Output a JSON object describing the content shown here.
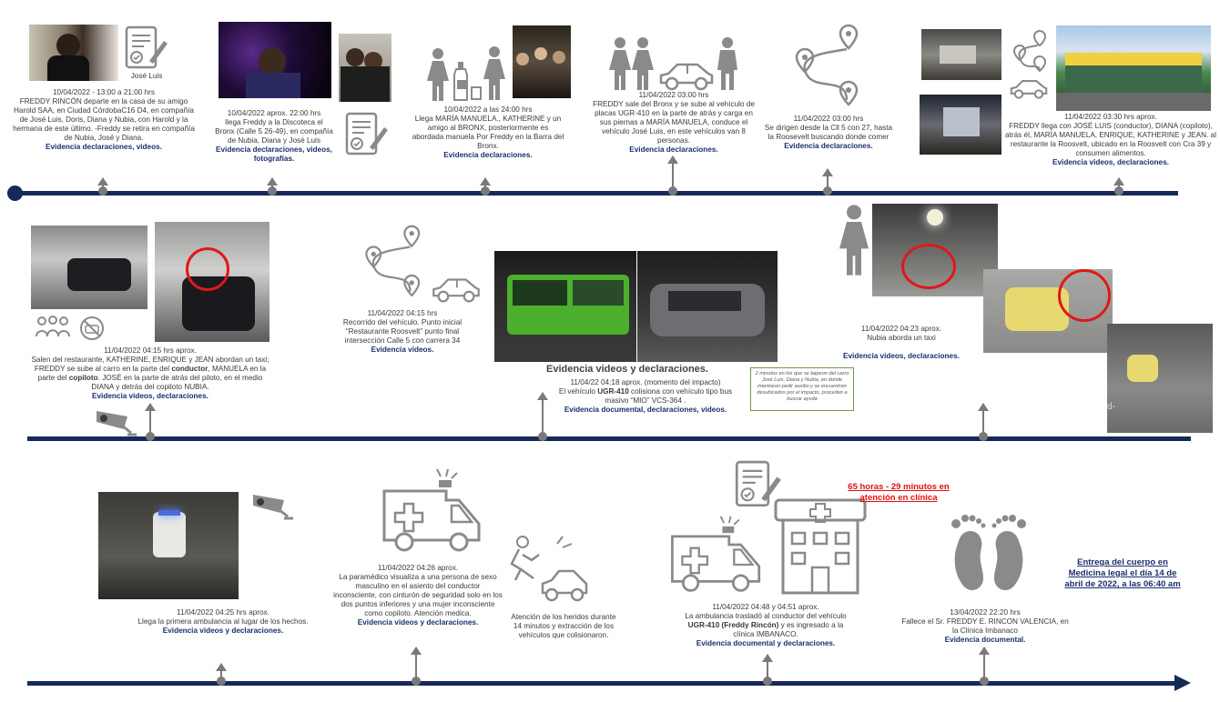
{
  "row1": [
    {
      "date": "10/04/2022 - 13:00 a 21:00 hrs",
      "text": "FREDDY RINCÓN departe en la casa de su amigo Harold SAA, en Ciudad CórdobaC16 D4, en compañía de José Luis, Doris, Diana y Nubia, con Harold y la hermana de este último. -Freddy se retira en compañía de Nubia, José y Diana.",
      "evidence": "Evidencia declaraciones, videos.",
      "photo_caption": "José Luis"
    },
    {
      "date": "10/04/2022 aprox. 22:00 hrs",
      "text": "llega Freddy a la Discoteca el Bronx (Calle 5 26-49), en compañía de Nubia, Diana y José Luis",
      "evidence": "Evidencia declaraciones, videos, fotografías."
    },
    {
      "date": "10/04/2022 a las 24:00 hrs",
      "text": "Llega MARÍA MANUELA., KATHERINE y un amigo al BRONX, posteriormente es abordada manuela Por Freddy en la Barra del Bronx.",
      "evidence": "Evidencia declaraciones."
    },
    {
      "date": "11/04/2022 03:00 hrs",
      "text": "FREDDY sale del Bronx y se sube al vehículo de placas UGR-410 en la parte de atrás y carga en sus piernas a MARÍA MANUELA, conduce el vehículo José Luis, en este vehículos van 8 personas.",
      "evidence": "Evidencia declaraciones."
    },
    {
      "date": "11/04/2022 03:00 hrs",
      "text": "Se dirigen desde la Cll 5 con 27, hasta la Roosevelt buscando donde comer",
      "evidence": "Evidencia declaraciones."
    },
    {
      "date": "11/04/2022 03:30 hrs aprox.",
      "text": "FREDDY llega con JOSÉ LUIS (conductor), DIANA (copiloto), atrás él, MARÍA MANUELA, ENRIQUE, KATHERINE y JEAN. al restaurante la Roosvelt, ubicado en la Roosvelt con Cra 39 y consumen alimentos.",
      "evidence": "Evidencia videos, declaraciones."
    }
  ],
  "row2": [
    {
      "date": "11/04/2022 04:15 hrs aprox.",
      "text_a": "Salen del restaurante, KATHERINE, ENRIQUE y JEAN abordan un taxi; FREDDY se sube al carro en la parte del ",
      "text_b": "conductor",
      "text_c": ", MANUELA en la parte del ",
      "text_d": "copiloto",
      "text_e": ". JOSÉ en la parte de atrás del piloto, en el medio DIANA y detrás del copiloto NUBIA.",
      "evidence": "Evidencia videos, declaraciones."
    },
    {
      "date": "11/04/2022 04:15 hrs",
      "text": "Recorrido del vehículo. Punto inicial “Restaurante Roosvelt” punto final intersección Calle 5 con carrera 34",
      "evidence": "Evidencia videos."
    },
    {
      "heading": "Evidencia videos y declaraciones.",
      "date": "11/04/22 04:18 aprox. (momento del impacto)",
      "text_a": "El vehículo ",
      "text_b": "UGR-410",
      "text_c": " colisiona con vehículo tipo bus masivo “MIO” VCS-364 .",
      "evidence": "Evidencia documental, declaraciones, videos."
    },
    {
      "note": "2 minutos en los que se bajaron del carro José Luis, Diana y Nubia, en donde intentaron pedir auxilio y se encuentran desubicados por el impacto, proceden a buscar ayuda"
    },
    {
      "date": "11/04/2022 04:23 aprox.",
      "text": "Nubia aborda un taxi",
      "evidence": "Evidencia videos, declaraciones.",
      "photo_text": "d-"
    }
  ],
  "row3": [
    {
      "date": "11/04/2022 04:25 hrs aprox.",
      "text": "Llega la primera ambulancia al lugar de los hechos.",
      "evidence": "Evidencia videos y declaraciones."
    },
    {
      "date": "11/04/2022 04:26 aprox.",
      "text": "La paramédico visualiza a una persona de sexo masculino en el asiento del conductor inconsciente, con cinturón de seguridad solo en los dos puntos inferiores y una mujer inconsciente como copiloto. Atención medica.",
      "evidence": "Evidencia videos y declaraciones."
    },
    {
      "text": "Atención de los heridos durante 14 minutos y extracción de los vehículos que colisionaron."
    },
    {
      "date": "11/04/2022 04:48 y 04:51 aprox.",
      "text_a": "La ambulancia trasladó al conductor del vehículo ",
      "text_b": "UGR-410 (Freddy Rincón)",
      "text_c": " y es ingresado a la clínica IMBANACO.",
      "evidence": "Evidencia documental y declaraciones."
    },
    {
      "highlight": "65 horas - 29 minutos en atención en clínica"
    },
    {
      "date": "13/04/2022 22:20 hrs",
      "text": "Fallece el Sr. FREDDY E. RINCON VALENCIA, en la Clínica Imbanaco",
      "evidence": "Evidencia documental."
    },
    {
      "final": "Entrega del cuerpo en Medicina legal el día 14 de abril de 2022, a las 06:40 am"
    }
  ],
  "colors": {
    "timeline": "#162a5a",
    "evidence": "#1a2f6e",
    "highlight": "#e01010",
    "icon": "#8a8a8a",
    "bus": "#4caf2e"
  },
  "icons": [
    "document-sign-icon",
    "people-icon",
    "bottle-icon",
    "route-icon",
    "car-icon",
    "ambulance-icon",
    "hospital-icon",
    "footprints-icon",
    "cctv-camera-icon",
    "accident-icon",
    "woman-icon",
    "man-icon"
  ]
}
